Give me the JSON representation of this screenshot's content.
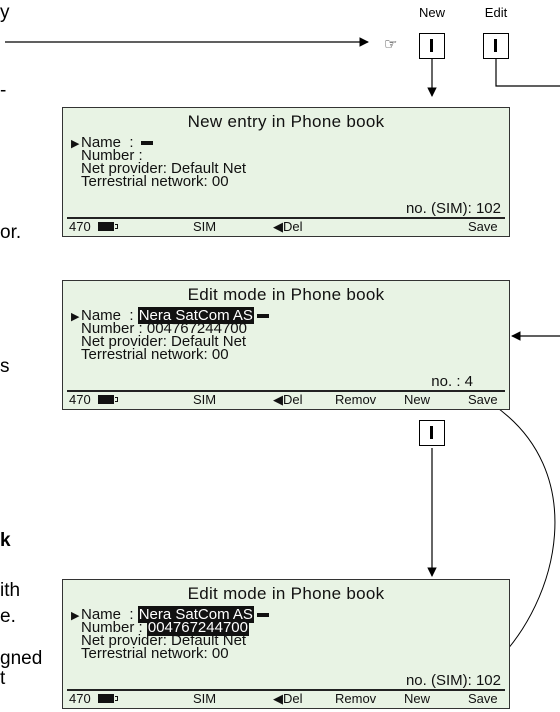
{
  "buttons": {
    "new_label": "New",
    "edit_label": "Edit"
  },
  "side_text": {
    "f1": "y",
    "f2": "-",
    "f3": "or.",
    "f4": "s",
    "f5": "k",
    "f6": "ith",
    "f7": "e.",
    "f8": "gned",
    "f9": "t"
  },
  "screens": [
    {
      "title": "New entry in Phone book",
      "name_label": "Name",
      "name_sep": ":",
      "name_value": "",
      "number_label": "Number",
      "number_sep": ":",
      "number_value": "",
      "net_provider": "Net provider:  Default  Net",
      "terrestrial": "Terrestrial  network:  00",
      "no_label": "no. (SIM):  102",
      "softkeys": [
        "470",
        "SIM",
        "◀Del",
        "",
        "",
        "Save"
      ]
    },
    {
      "title": "Edit mode in Phone book",
      "name_label": "Name",
      "name_sep": ":",
      "name_value": "Nera  SatCom  AS",
      "number_label": "Number",
      "number_sep": ":",
      "number_value": "004767244700",
      "net_provider": "Net provider:  Default  Net",
      "terrestrial": "Terrestrial  network:  00",
      "no_label": "no. :  4",
      "softkeys": [
        "470",
        "SIM",
        "◀Del",
        "Remov",
        "New",
        "Save"
      ]
    },
    {
      "title": "Edit mode in Phone book",
      "name_label": "Name",
      "name_sep": ":",
      "name_value": "Nera  SatCom  AS",
      "number_label": "Number",
      "number_sep": ":",
      "number_value": "004767244700",
      "net_provider": "Net provider:  Default  Net",
      "terrestrial": "Terrestrial  network:  00",
      "no_label": "no. (SIM):  102",
      "softkeys": [
        "470",
        "SIM",
        "◀Del",
        "Remov",
        "New",
        "Save"
      ]
    }
  ]
}
